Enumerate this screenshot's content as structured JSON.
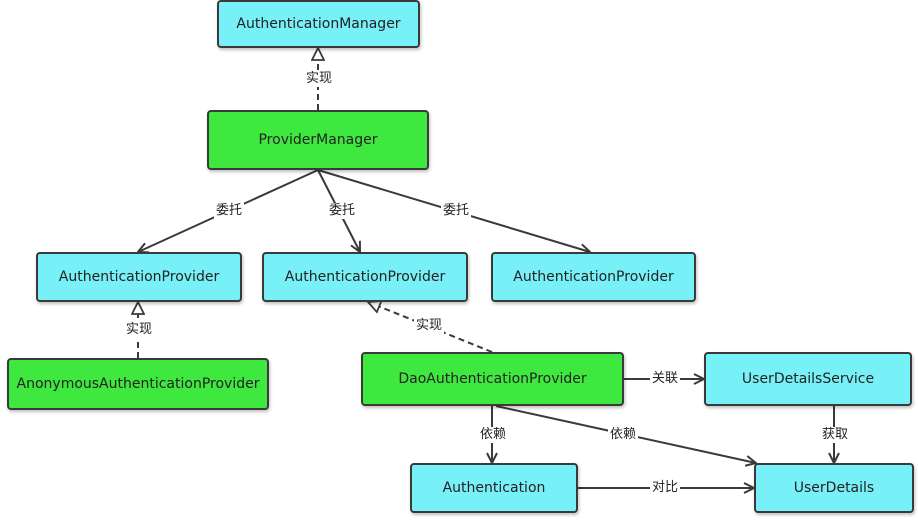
{
  "nodes": {
    "authentication_manager": "AuthenticationManager",
    "provider_manager": "ProviderManager",
    "auth_provider_left": "AuthenticationProvider",
    "auth_provider_middle": "AuthenticationProvider",
    "auth_provider_right": "AuthenticationProvider",
    "anonymous_provider": "AnonymousAuthenticationProvider",
    "dao_provider": "DaoAuthenticationProvider",
    "user_details_service": "UserDetailsService",
    "authentication": "Authentication",
    "user_details": "UserDetails"
  },
  "edge_labels": {
    "implements_top": "实现",
    "delegate_left": "委托",
    "delegate_middle": "委托",
    "delegate_right": "委托",
    "implements_anonymous": "实现",
    "implements_dao": "实现",
    "associates": "关联",
    "depends_authentication": "依赖",
    "depends_user_details": "依赖",
    "obtains": "获取",
    "compares": "对比"
  },
  "colors": {
    "interface_fill": "#78f0f8",
    "class_fill": "#3ee83e",
    "line": "#3a3a3a"
  }
}
